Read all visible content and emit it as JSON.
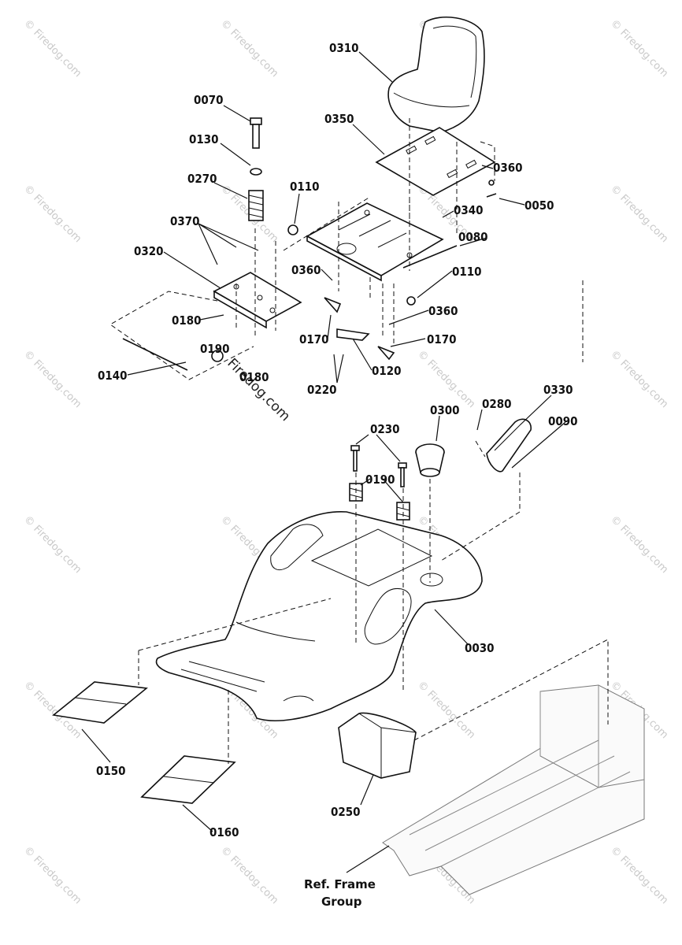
{
  "parts": [
    {
      "id": "p0310",
      "label": "0310"
    },
    {
      "id": "p0070",
      "label": "0070"
    },
    {
      "id": "p0350",
      "label": "0350"
    },
    {
      "id": "p0130",
      "label": "0130"
    },
    {
      "id": "p0360a",
      "label": "0360"
    },
    {
      "id": "p0270",
      "label": "0270"
    },
    {
      "id": "p0110a",
      "label": "0110"
    },
    {
      "id": "p0050",
      "label": "0050"
    },
    {
      "id": "p0340",
      "label": "0340"
    },
    {
      "id": "p0370",
      "label": "0370"
    },
    {
      "id": "p0080",
      "label": "0080"
    },
    {
      "id": "p0320",
      "label": "0320"
    },
    {
      "id": "p0360b",
      "label": "0360"
    },
    {
      "id": "p0110b",
      "label": "0110"
    },
    {
      "id": "p0360c",
      "label": "0360"
    },
    {
      "id": "p0180a",
      "label": "0180"
    },
    {
      "id": "p0170a",
      "label": "0170"
    },
    {
      "id": "p0170b",
      "label": "0170"
    },
    {
      "id": "p0190a",
      "label": "0190"
    },
    {
      "id": "p0120",
      "label": "0120"
    },
    {
      "id": "p0140",
      "label": "0140"
    },
    {
      "id": "p0180b",
      "label": "0180"
    },
    {
      "id": "p0220",
      "label": "0220"
    },
    {
      "id": "p0330",
      "label": "0330"
    },
    {
      "id": "p0280",
      "label": "0280"
    },
    {
      "id": "p0300",
      "label": "0300"
    },
    {
      "id": "p0090",
      "label": "0090"
    },
    {
      "id": "p0230",
      "label": "0230"
    },
    {
      "id": "p0190b",
      "label": "0190"
    },
    {
      "id": "p0030",
      "label": "0030"
    },
    {
      "id": "p0150",
      "label": "0150"
    },
    {
      "id": "p0250",
      "label": "0250"
    },
    {
      "id": "p0160",
      "label": "0160"
    }
  ],
  "reference": {
    "line1": "Ref. Frame",
    "line2": "Group"
  },
  "watermark": {
    "text": "© Firedog.com",
    "center_text": "Firedog.com"
  }
}
